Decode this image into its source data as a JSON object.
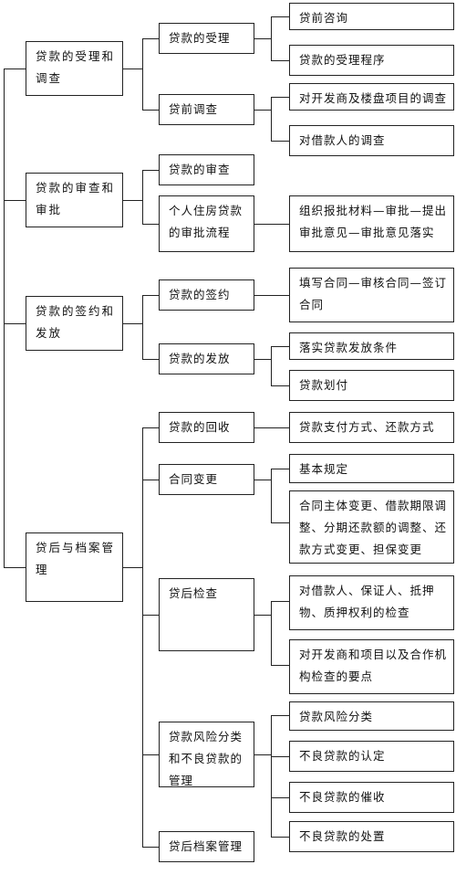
{
  "sections": [
    {
      "label": "贷款的受理和调查",
      "children": [
        {
          "label": "贷款的受理",
          "items": [
            "贷前咨询",
            "贷款的受理程序"
          ]
        },
        {
          "label": "贷前调查",
          "items": [
            "对开发商及楼盘项目的调查",
            "对借款人的调查"
          ]
        }
      ]
    },
    {
      "label": "贷款的审查和审批",
      "children": [
        {
          "label": "贷款的审查",
          "items": []
        },
        {
          "label": "个人住房贷款的审批流程",
          "items": [
            "组织报批材料—审批—提出审批意见—审批意见落实"
          ]
        }
      ]
    },
    {
      "label": "贷款的签约和发放",
      "children": [
        {
          "label": "贷款的签约",
          "items": [
            "填写合同—审核合同—签订合同"
          ]
        },
        {
          "label": "贷款的发放",
          "items": [
            "落实贷款发放条件",
            "贷款划付"
          ]
        }
      ]
    },
    {
      "label": "贷后与档案管理",
      "children": [
        {
          "label": "贷款的回收",
          "items": [
            "贷款支付方式、还款方式"
          ]
        },
        {
          "label": "合同变更",
          "items": [
            "基本规定",
            "合同主体变更、借款期限调整、分期还款额的调整、还款方式变更、担保变更"
          ]
        },
        {
          "label": "贷后检查",
          "items": [
            "对借款人、保证人、抵押物、质押权利的检查",
            "对开发商和项目以及合作机构检查的要点"
          ]
        },
        {
          "label": "贷款风险分类和不良贷款的管理",
          "items": [
            "贷款风险分类",
            "不良贷款的认定",
            "不良贷款的催收",
            "不良贷款的处置"
          ]
        },
        {
          "label": "贷后档案管理",
          "items": []
        }
      ]
    }
  ]
}
